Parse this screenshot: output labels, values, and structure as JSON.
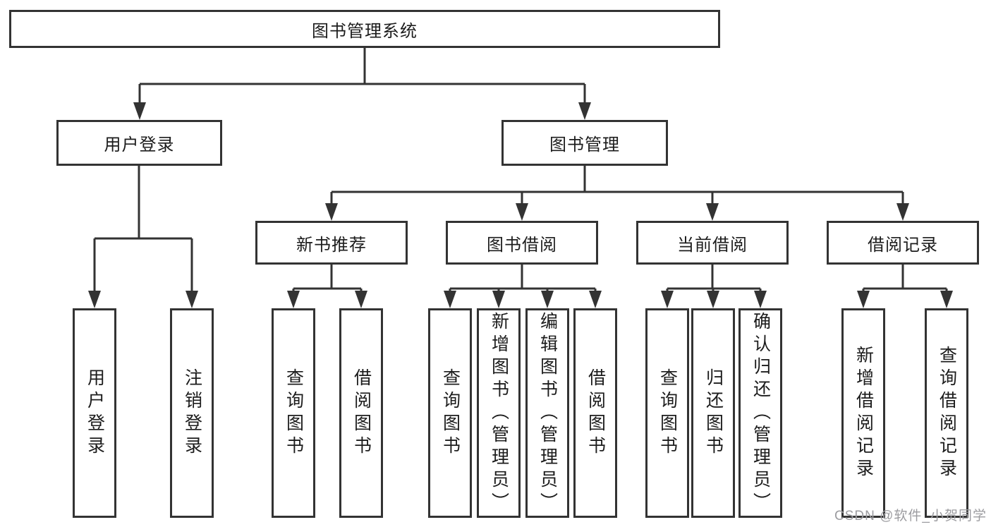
{
  "colors": {
    "line": "#333333",
    "text": "#1c1c1c",
    "watermark": "#9c9ca0",
    "bg": "#ffffff"
  },
  "watermark": "CSDN @软件_小贺同学",
  "tree": {
    "root": {
      "label": "图书管理系统"
    },
    "level2": [
      {
        "label": "用户登录"
      },
      {
        "label": "图书管理"
      }
    ],
    "level3": [
      {
        "label": "新书推荐"
      },
      {
        "label": "图书借阅"
      },
      {
        "label": "当前借阅"
      },
      {
        "label": "借阅记录"
      }
    ],
    "leaves": {
      "user": [
        {
          "label": "用户登录"
        },
        {
          "label": "注销登录"
        }
      ],
      "recommend": [
        {
          "label": "查询图书"
        },
        {
          "label": "借阅图书"
        }
      ],
      "borrow": [
        {
          "label": "查询图书"
        },
        {
          "label": "新增图书（管理员）"
        },
        {
          "label": "编辑图书（管理员）"
        },
        {
          "label": "借阅图书"
        }
      ],
      "current": [
        {
          "label": "查询图书"
        },
        {
          "label": "归还图书"
        },
        {
          "label": "确认归还（管理员）"
        }
      ],
      "record": [
        {
          "label": "新增借阅记录"
        },
        {
          "label": "查询借阅记录"
        }
      ]
    }
  }
}
